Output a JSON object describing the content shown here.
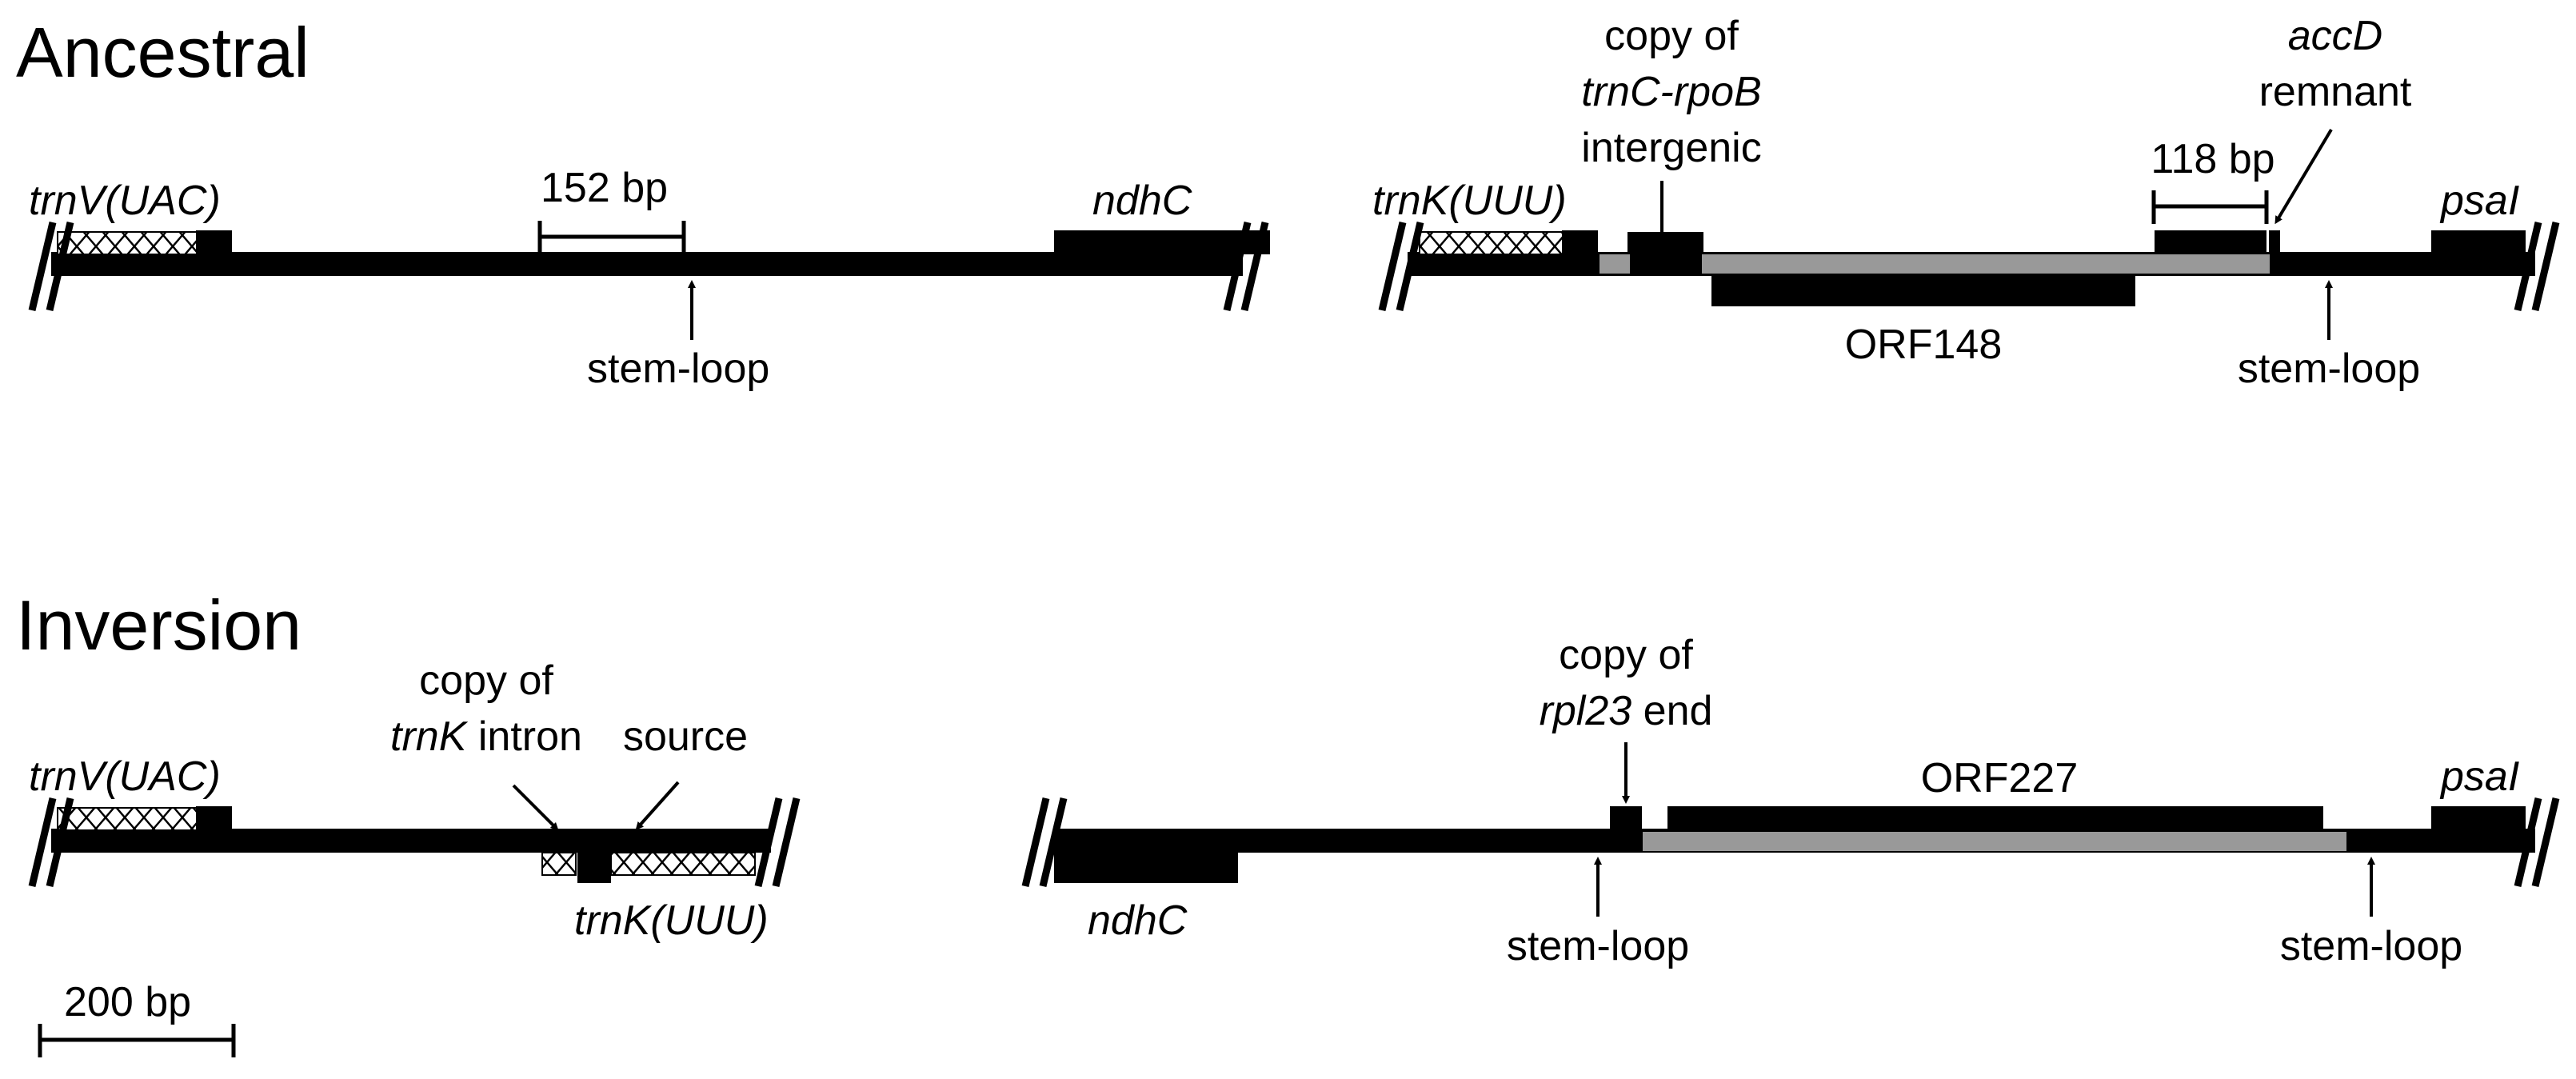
{
  "colors": {
    "line": "#000000",
    "gray": "#999999",
    "background": "#ffffff"
  },
  "sections": {
    "ancestral": "Ancestral",
    "inversion": "Inversion"
  },
  "labels": {
    "trnV": "trnV(UAC)",
    "trnV2": "trnV(UAC)",
    "ndhC": "ndhC",
    "ndhC2": "ndhC",
    "trnK": "trnK(UUU)",
    "trnK2": "trnK(UUU)",
    "psaI": "psaI",
    "psaI2": "psaI",
    "scale152": "152 bp",
    "scale118": "118 bp",
    "scale200": "200 bp",
    "stemloop1": "stem-loop",
    "stemloop2": "stem-loop",
    "stemloop3": "stem-loop",
    "stemloop4": "stem-loop",
    "copyOf1": "copy of",
    "trnCrpoB": "trnC-rpoB",
    "intergenic": "intergenic",
    "accD": "accD",
    "remnant": "remnant",
    "orf148": "ORF148",
    "orf227": "ORF227",
    "copyOf2": "copy of",
    "trnKitalic": "trnK",
    "intronWord": " intron",
    "source": "source",
    "copyOf3": "copy of",
    "rpl23": "rpl23",
    "endWord": " end"
  }
}
